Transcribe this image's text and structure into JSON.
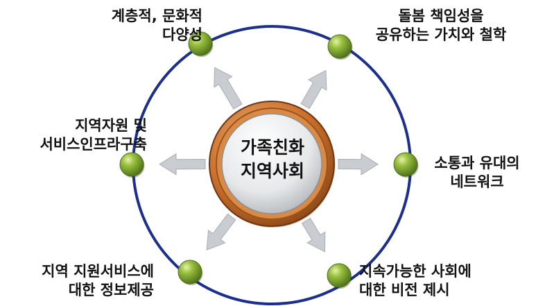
{
  "center": {
    "line1": "가족친화",
    "line2": "지역사회"
  },
  "nodes": [
    {
      "line1": "계층적, 문화적",
      "line2": "다양성"
    },
    {
      "line1": "돌봄 책임성을",
      "line2": "공유하는 가치와 철학"
    },
    {
      "line1": "지역자원 및",
      "line2": "서비스인프라구축"
    },
    {
      "line1": "소통과 유대의",
      "line2": "네트워크"
    },
    {
      "line1": "지역 지원서비스에",
      "line2": "대한 정보제공"
    },
    {
      "line1": "지속가능한 사회에",
      "line2": "대한 비전 제시"
    }
  ],
  "colors": {
    "ring": "#1c2f8c",
    "node": "#7fa830",
    "center_outer": "#c4702a",
    "arrow": "#c9ccd1"
  }
}
